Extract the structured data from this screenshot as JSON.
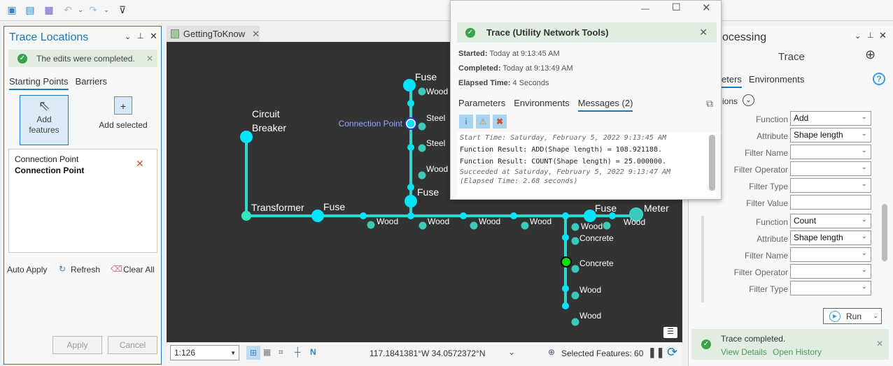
{
  "quick_access": {
    "icons": [
      "new-project-icon",
      "open-project-icon",
      "save-project-icon",
      "undo-icon",
      "redo-icon",
      "customize-icon"
    ]
  },
  "left_panel": {
    "title": "Trace Locations",
    "banner": "The edits were completed.",
    "tabs": [
      "Starting Points",
      "Barriers"
    ],
    "add_features": "Add features",
    "add_selected": "Add selected",
    "item_line1": "Connection Point",
    "item_line2": "Connection Point",
    "auto_apply": "Auto Apply",
    "refresh": "Refresh",
    "clear_all": "Clear All",
    "apply": "Apply",
    "cancel": "Cancel"
  },
  "map_tab": {
    "title": "GettingToKnow"
  },
  "map": {
    "labels": {
      "circuit1": "Circuit",
      "circuit2": "Breaker",
      "transformer": "Transformer",
      "fuse": "Fuse",
      "wood": "Wood",
      "steel": "Steel",
      "concrete": "Concrete",
      "meter": "Meter",
      "connection": "Connection Point"
    },
    "line_color": "#2fd8cf",
    "node_color": "#00e5ff",
    "marker_color": "#3cc9b8",
    "start_color": "#00e000"
  },
  "status_bar": {
    "scale": "1:126",
    "coords": "117.1841381°W 34.0572372°N",
    "selected": "Selected Features: 60"
  },
  "dialog": {
    "title": "Trace (Utility Network Tools)",
    "started_label": "Started:",
    "started": "Today at 9:13:45 AM",
    "completed_label": "Completed:",
    "completed": "Today at 9:13:49 AM",
    "elapsed_label": "Elapsed Time:",
    "elapsed": "4 Seconds",
    "tabs": [
      "Parameters",
      "Environments",
      "Messages (2)"
    ],
    "messages": [
      "Start Time: Saturday, February 5, 2022 9:13:45 AM",
      "Function Result: ADD(Shape length) = 108.921188.",
      "Function Result: COUNT(Shape length) = 25.000000.",
      "Succeeded at Saturday, February 5, 2022 9:13:47 AM",
      "(Elapsed Time: 2.68 seconds)"
    ]
  },
  "gp": {
    "title": "ocessing",
    "tool": "Trace",
    "tabs": [
      "eters",
      "Environments"
    ],
    "section": "ions",
    "groups": [
      {
        "function": "Add",
        "attribute": "Shape length"
      },
      {
        "function": "Count",
        "attribute": "Shape length"
      }
    ],
    "labels": {
      "function": "Function",
      "attribute": "Attribute",
      "filter_name": "Filter Name",
      "filter_operator": "Filter Operator",
      "filter_type": "Filter Type",
      "filter_value": "Filter Value"
    },
    "run": "Run",
    "done": "Trace completed.",
    "view_details": "View Details",
    "open_history": "Open History"
  }
}
